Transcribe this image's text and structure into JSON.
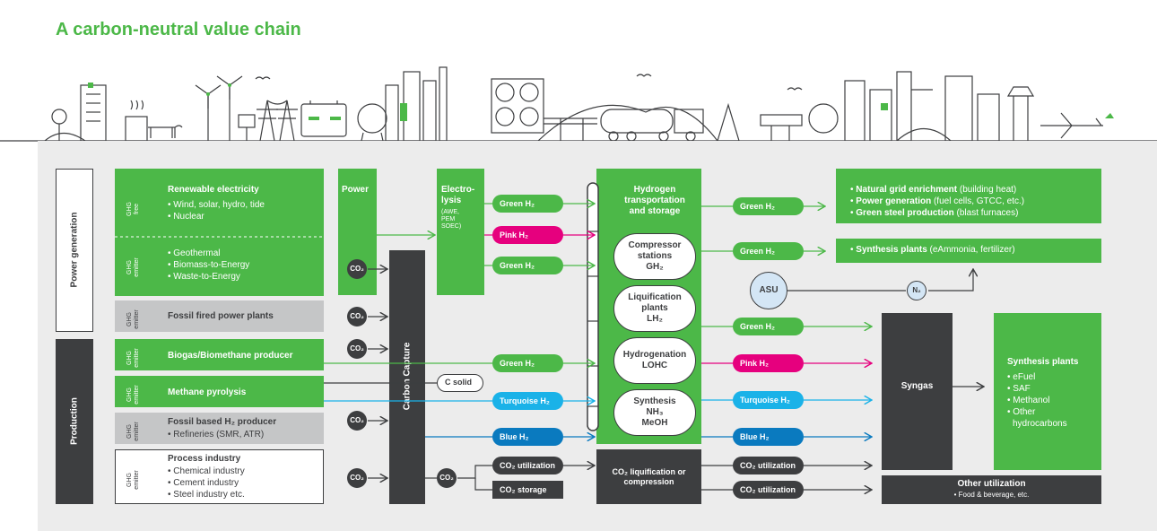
{
  "title": "A carbon-neutral value chain",
  "colors": {
    "green": "#4cb848",
    "dark": "#3d3e40",
    "gray": "#c5c6c7",
    "pink": "#e6007e",
    "cyan": "#1ab2e8",
    "blue": "#0a7abf",
    "bg": "#ececec"
  },
  "categories": {
    "power_generation": "Power generation",
    "production": "Production"
  },
  "ghg": {
    "free_1": "GHG",
    "free_2": "free",
    "emitter_1": "GHG",
    "emitter_2": "emitter"
  },
  "sources": {
    "renewable": {
      "title": "Renewable electricity",
      "items": [
        "• Wind, solar, hydro, tide",
        "• Nuclear"
      ]
    },
    "geothermal": {
      "items": [
        "• Geothermal",
        "• Biomass-to-Energy",
        "• Waste-to-Energy"
      ]
    },
    "fossil_power": "Fossil fired power plants",
    "biogas": "Biogas/Biomethane producer",
    "methane": "Methane pyrolysis",
    "fossil_h2": {
      "title": "Fossil based H₂ producer",
      "items": [
        "• Refineries (SMR, ATR)"
      ]
    },
    "process": {
      "title": "Process industry",
      "items": [
        "• Chemical industry",
        "• Cement industry",
        "• Steel industry etc."
      ]
    }
  },
  "power": "Power",
  "carbon_capture": "Carbon Capture",
  "electrolysis": {
    "title": "Electro- lysis",
    "line1": "Electro-",
    "line2": "lysis",
    "sub": [
      "(AWE,",
      "PEM",
      "SOEC)"
    ]
  },
  "co2": "CO₂",
  "c_solid": "C solid",
  "pills": {
    "green_h2": "Green H₂",
    "pink_h2": "Pink H₂",
    "turquoise_h2": "Turquoise H₂",
    "blue_h2": "Blue H₂",
    "co2_utilization": "CO₂ utilization",
    "co2_storage": "CO₂ storage",
    "n2": "N₂"
  },
  "hydrogen": {
    "title": [
      "Hydrogen",
      "transportation",
      "and storage"
    ],
    "compressor": [
      "Compressor",
      "stations",
      "GH₂"
    ],
    "liquification": [
      "Liquification",
      "plants",
      "LH₂"
    ],
    "hydrogenation": [
      "Hydrogenation",
      "LOHC"
    ],
    "synthesis": [
      "Synthesis",
      "NH₃",
      "MeOH"
    ]
  },
  "co2_liquification": [
    "CO₂ liquification or",
    "compression"
  ],
  "asu": "ASU",
  "outputs": {
    "grid": [
      "• Natural grid enrichment (building heat)",
      "• Power generation (fuel cells, GTCC, etc.)",
      "• Green steel production (blast furnaces)"
    ],
    "grid_bold": [
      "Natural grid enrichment",
      "Power generation",
      "Green steel production"
    ],
    "grid_rest": [
      " (building heat)",
      " (fuel cells, GTCC, etc.)",
      " (blast furnaces)"
    ],
    "synthesis_top_bold": "Synthesis plants",
    "synthesis_top_rest": " (eAmmonia, fertilizer)",
    "syngas": "Syngas",
    "synthesis_plants": {
      "title": "Synthesis plants",
      "items": [
        "• eFuel",
        "• SAF",
        "• Methanol",
        "• Other",
        "hydrocarbons"
      ]
    },
    "other": {
      "title": "Other utilization",
      "sub": "• Food & beverage, etc."
    }
  }
}
